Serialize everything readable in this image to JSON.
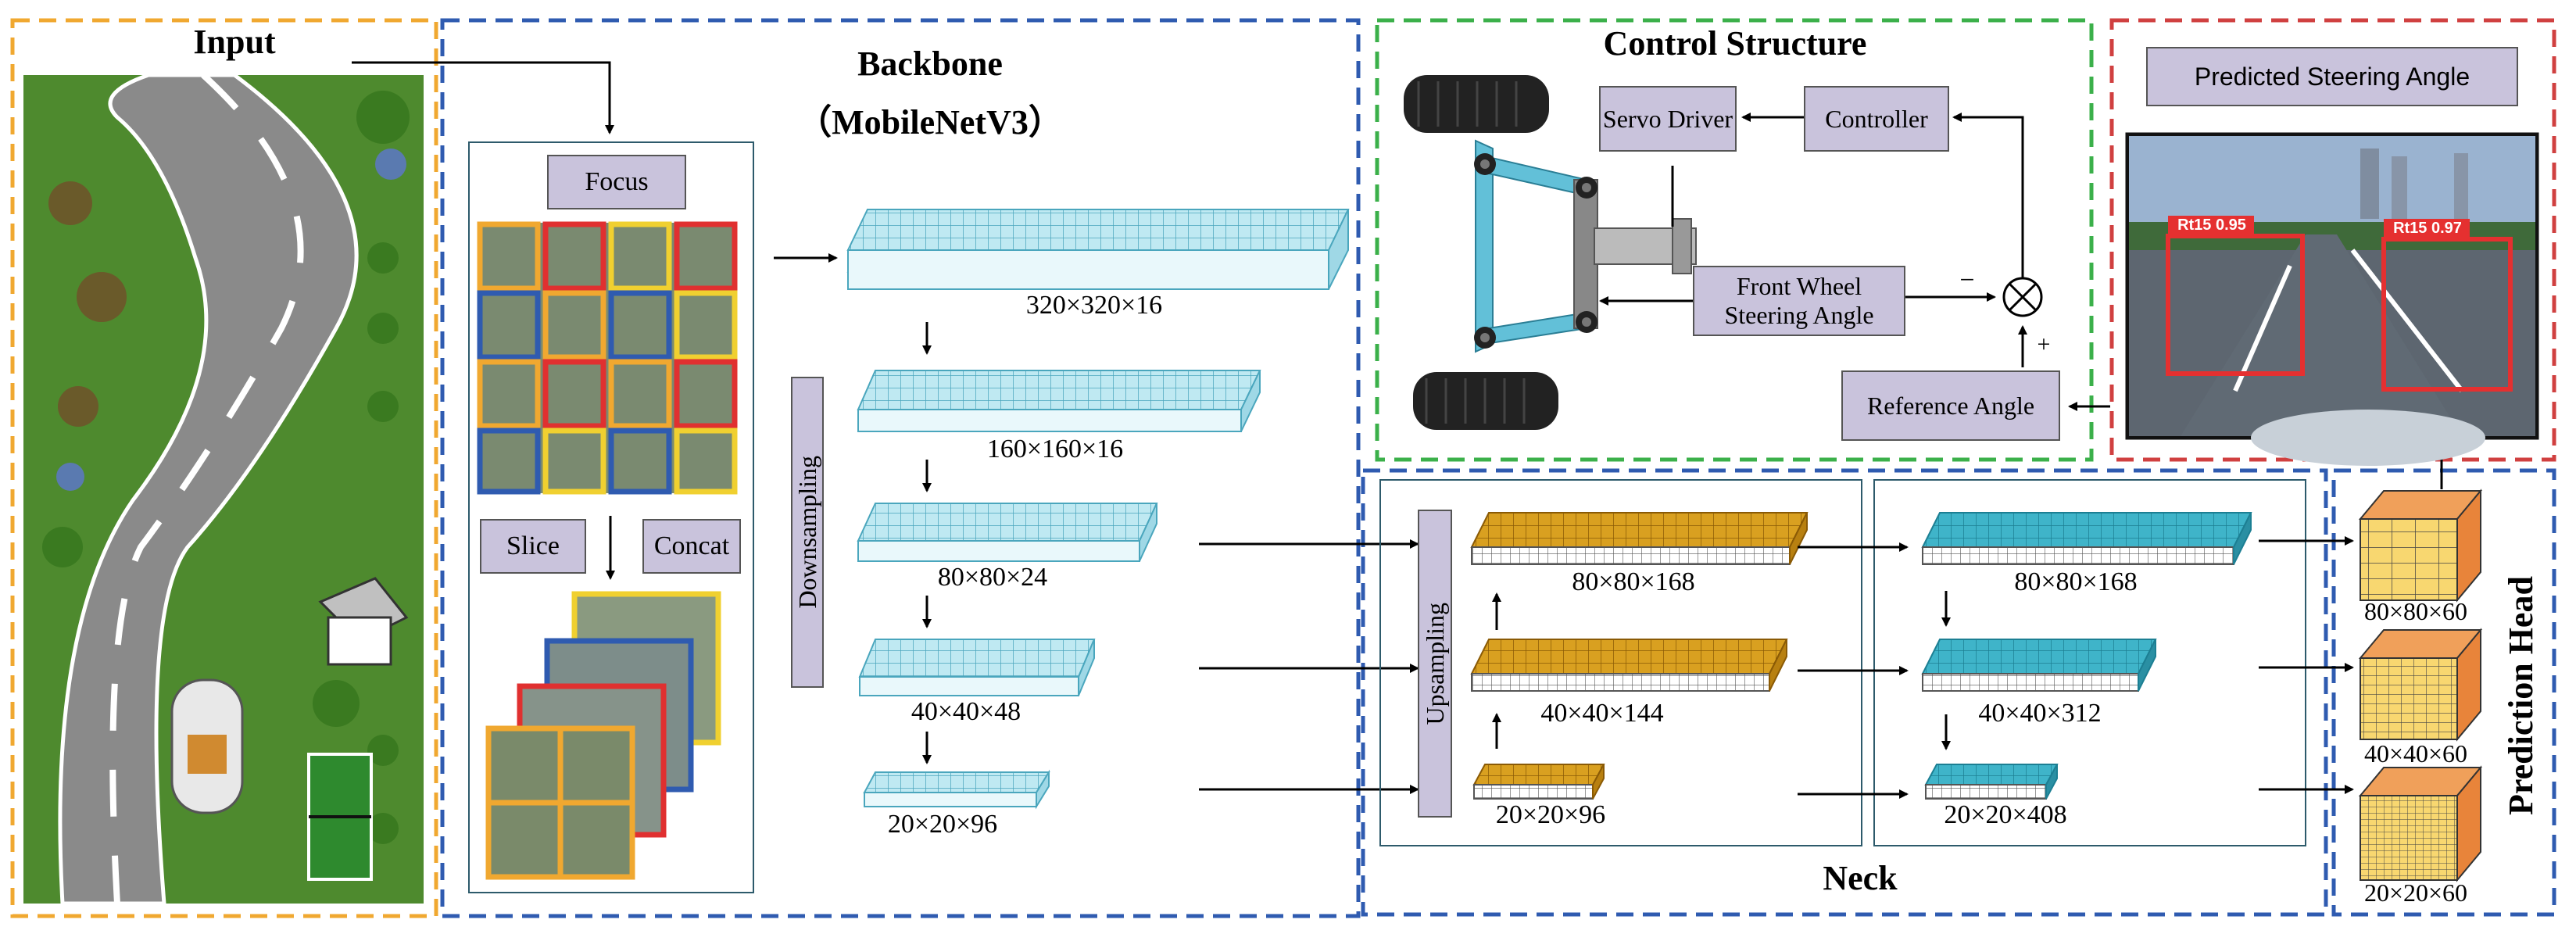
{
  "sections": {
    "input": "Input",
    "backbone": "Backbone",
    "backbone_sub": "（MobileNetV3）",
    "control": "Control Structure",
    "predicted": "Predicted Steering Angle",
    "neck": "Neck",
    "prediction_head": "Prediction Head"
  },
  "focus": {
    "focus": "Focus",
    "slice": "Slice",
    "concat": "Concat"
  },
  "backbone": {
    "downsampling": "Downsampling",
    "layers": [
      "320×320×16",
      "160×160×16",
      "80×80×24",
      "40×40×48",
      "20×20×96"
    ]
  },
  "neck": {
    "upsampling": "Upsampling",
    "left": [
      "80×80×168",
      "40×40×144",
      "20×20×96"
    ],
    "right": [
      "80×80×168",
      "40×40×312",
      "20×20×408"
    ]
  },
  "head": {
    "outputs": [
      "80×80×60",
      "40×40×60",
      "20×20×60"
    ]
  },
  "control": {
    "servo_driver": "Servo Driver",
    "controller": "Controller",
    "front_wheel": "Front Wheel Steering Angle",
    "reference": "Reference Angle",
    "minus": "−",
    "plus": "+"
  },
  "detections": [
    "Rt15 0.95",
    "Rt15 0.97"
  ],
  "colors": {
    "input_border": "#f0a830",
    "backbone_border": "#2f5bb0",
    "control_border": "#3bb04a",
    "predicted_border": "#d04040",
    "cyan_face": "#bfe9f2",
    "teal_face": "#3fb4c9",
    "gold_face": "#d9a020",
    "box_fill": "#c9c3dc"
  }
}
